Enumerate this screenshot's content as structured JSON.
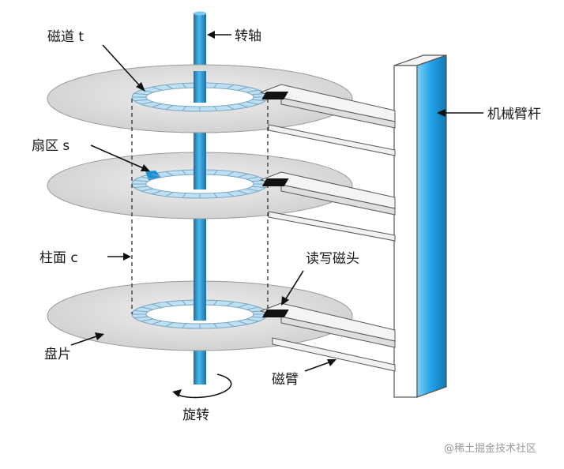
{
  "labels": {
    "track": "磁道 t",
    "spindle": "转轴",
    "sector": "扇区 s",
    "arm_assembly": "机械臂杆",
    "cylinder": "柱面 c",
    "rw_head": "读写磁头",
    "platter": "盘片",
    "arm": "磁臂",
    "rotation": "旋转"
  },
  "watermark": "@稀土掘金技术社区",
  "colors": {
    "platter": "#dcdcdc",
    "platter_edge": "#9a9a9a",
    "spindle": "#2a93cf",
    "track": "#bfe0f2",
    "sector_highlight": "#1f8fd6",
    "arm": "#f2f2f2",
    "head": "#111111",
    "column_face": "#ffffff",
    "column_blue": "#2aa3e3"
  }
}
